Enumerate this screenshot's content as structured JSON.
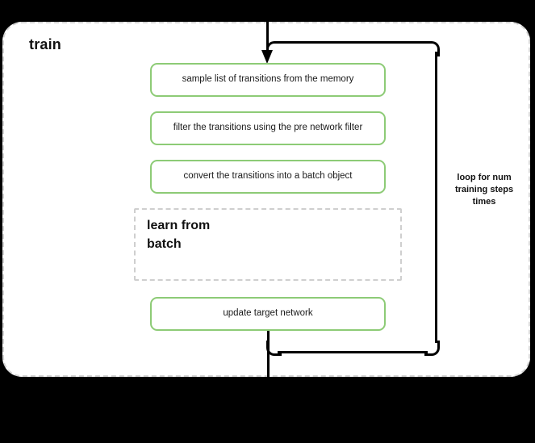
{
  "diagram": {
    "background_color": "#000000",
    "container": {
      "title": "train",
      "fill": "#ffffff",
      "border_color": "#d4d4d4",
      "border_style": "dashed"
    },
    "accent_green": "#8dcb76",
    "edge_color": "#000000",
    "nodes": [
      {
        "id": "sample",
        "label": "sample list of transitions from the memory",
        "style": "green-rounded"
      },
      {
        "id": "filter",
        "label": "filter the transitions using the pre network filter",
        "style": "green-rounded"
      },
      {
        "id": "convert",
        "label": "convert the transitions into a batch object",
        "style": "green-rounded"
      },
      {
        "id": "learn",
        "label": "learn from\nbatch",
        "style": "dashed-subgraph"
      },
      {
        "id": "update",
        "label": "update target network",
        "style": "green-rounded"
      }
    ],
    "loop": {
      "label": "loop for num\ntraining steps\ntimes"
    }
  }
}
